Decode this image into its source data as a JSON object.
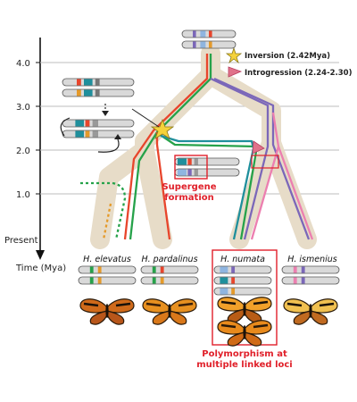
{
  "axis": {
    "ticks": [
      "4.0",
      "3.0",
      "2.0",
      "1.0"
    ],
    "present_label": "Present",
    "time_label": "Time (Mya)"
  },
  "legend": {
    "inversion": "Inversion (2.42Mya)",
    "introgression": "Introgression (2.24-2.30)"
  },
  "species": [
    {
      "name": "H. elevatus"
    },
    {
      "name": "H. pardalinus"
    },
    {
      "name": "H. numata"
    },
    {
      "name": "H. ismenius"
    }
  ],
  "annotations": {
    "supergene_line1": "Supergene",
    "supergene_line2": "formation",
    "poly_line1": "Polymorphism at",
    "poly_line2": "multiple linked loci"
  },
  "colors": {
    "tree_background": "#e7dcc8",
    "lineage_red": "#e8452c",
    "lineage_green": "#26a24a",
    "lineage_teal": "#1f8f9c",
    "lineage_purple": "#7b67b9",
    "lineage_pink": "#ec7fb0",
    "highlight_red": "#e0202a",
    "star_yellow": "#f5d23a"
  }
}
